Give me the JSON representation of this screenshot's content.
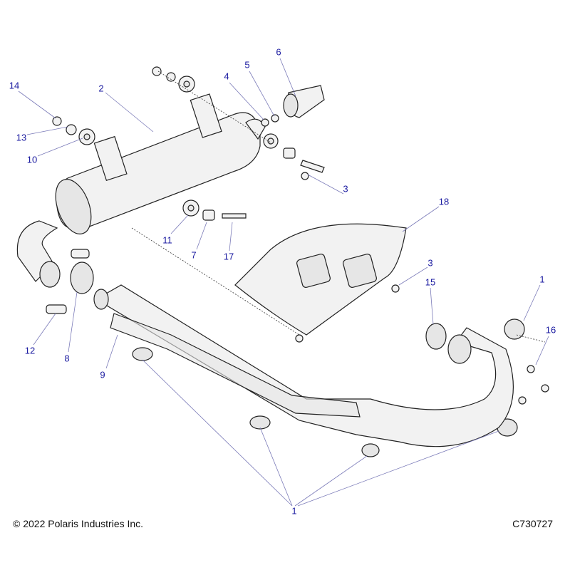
{
  "footer": {
    "copyright": "© 2022 Polaris Industries Inc.",
    "drawing_id": "C730727"
  },
  "callouts": [
    "14",
    "2",
    "6",
    "5",
    "4",
    "13",
    "10",
    "3",
    "18",
    "11",
    "7",
    "17",
    "12",
    "8",
    "9",
    "15",
    "1",
    "16",
    "3",
    "1"
  ],
  "colors": {
    "callout": "#1a1aa0",
    "leader": "#7a7ab8"
  }
}
